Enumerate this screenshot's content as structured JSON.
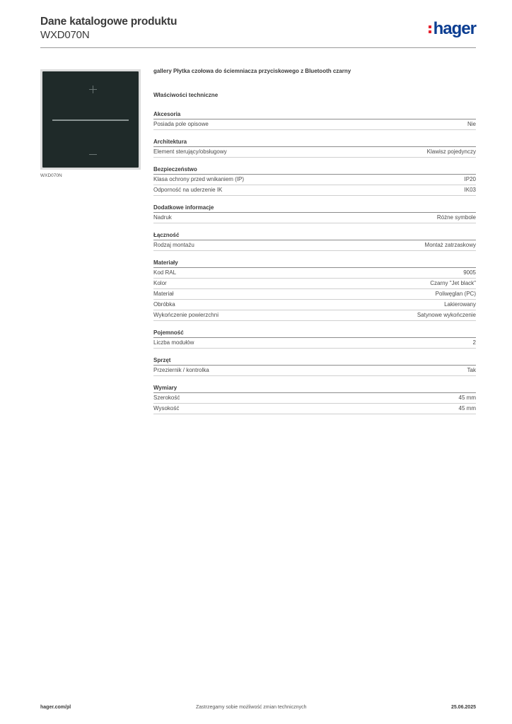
{
  "header": {
    "title": "Dane katalogowe produktu",
    "code": "WXD070N",
    "logo_text": "hager"
  },
  "product": {
    "image_caption": "WXD070N",
    "name": "gallery Płytka czołowa do ściemniacza przyciskowego z Bluetooth czarny",
    "properties_heading": "Właściwości techniczne"
  },
  "sections": [
    {
      "title": "Akcesoria",
      "rows": [
        [
          "Posiada pole opisowe",
          "Nie"
        ]
      ]
    },
    {
      "title": "Architektura",
      "rows": [
        [
          "Element sterujący/obsługowy",
          "Klawisz pojedynczy"
        ]
      ]
    },
    {
      "title": "Bezpieczeństwo",
      "rows": [
        [
          "Klasa ochrony przed wnikaniem (IP)",
          "IP20"
        ],
        [
          "Odporność na uderzenie IK",
          "IK03"
        ]
      ]
    },
    {
      "title": "Dodatkowe informacje",
      "rows": [
        [
          "Nadruk",
          "Różne symbole"
        ]
      ]
    },
    {
      "title": "Łączność",
      "rows": [
        [
          "Rodzaj montażu",
          "Montaż zatrzaskowy"
        ]
      ]
    },
    {
      "title": "Materiały",
      "rows": [
        [
          "Kod RAL",
          "9005"
        ],
        [
          "Kolor",
          "Czarny \"Jet black\""
        ],
        [
          "Materiał",
          "Poliwęglan (PC)"
        ],
        [
          "Obróbka",
          "Lakierowany"
        ],
        [
          "Wykończenie powierzchni",
          "Satynowe wykończenie"
        ]
      ]
    },
    {
      "title": "Pojemność",
      "rows": [
        [
          "Liczba modułów",
          "2"
        ]
      ]
    },
    {
      "title": "Sprzęt",
      "rows": [
        [
          "Przeziernik / kontrolka",
          "Tak"
        ]
      ]
    },
    {
      "title": "Wymiary",
      "rows": [
        [
          "Szerokość",
          "45 mm"
        ],
        [
          "Wysokość",
          "45 mm"
        ]
      ]
    }
  ],
  "footer": {
    "website": "hager.com/pl",
    "notice": "Zastrzegamy sobie możliwość zmian technicznych",
    "date": "25.06.2025"
  },
  "colors": {
    "logo_blue": "#0b3d91",
    "logo_red": "#e4232f",
    "plate": "#1f2a29"
  }
}
